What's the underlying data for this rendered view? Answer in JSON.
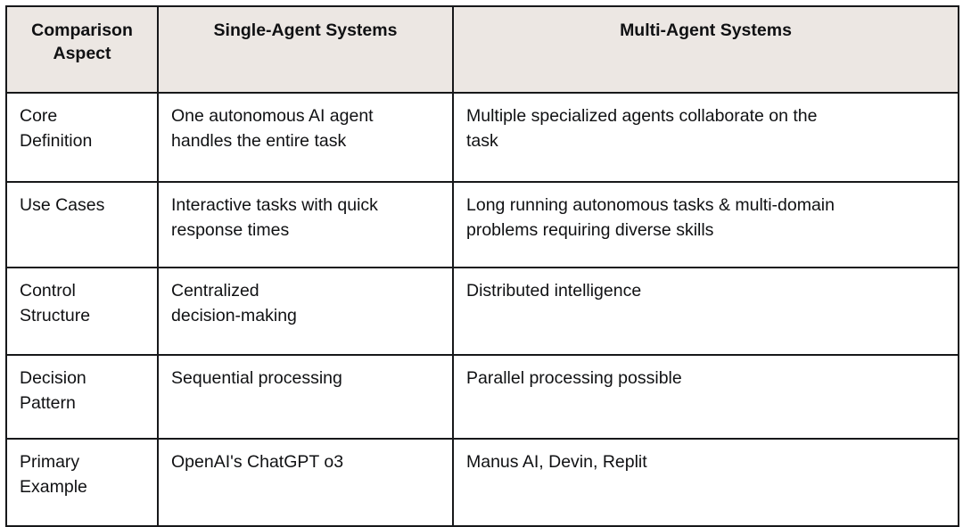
{
  "table": {
    "headers": [
      {
        "label": "Comparison\nAspect"
      },
      {
        "label": "Single-Agent Systems"
      },
      {
        "label": "Multi-Agent Systems"
      }
    ],
    "rows": [
      {
        "aspect": "Core\nDefinition",
        "single_agent": "One autonomous AI agent\nhandles the entire task",
        "multi_agent": "Multiple specialized agents collaborate on the\ntask"
      },
      {
        "aspect": "Use Cases",
        "single_agent": "Interactive tasks with quick\nresponse times",
        "multi_agent": "Long running autonomous tasks & multi-domain\nproblems requiring diverse skills"
      },
      {
        "aspect": "Control\nStructure",
        "single_agent": "Centralized\ndecision-making",
        "multi_agent": "Distributed intelligence"
      },
      {
        "aspect": "Decision\nPattern",
        "single_agent": "Sequential processing",
        "multi_agent": "Parallel processing possible"
      },
      {
        "aspect": "Primary\nExample",
        "single_agent": "OpenAI's ChatGPT o3",
        "multi_agent": "Manus AI, Devin, Replit"
      }
    ]
  },
  "colors": {
    "header_background": "#ECE7E3",
    "border": "#17181A",
    "text": "#101113",
    "body_background": "#FFFFFF"
  }
}
